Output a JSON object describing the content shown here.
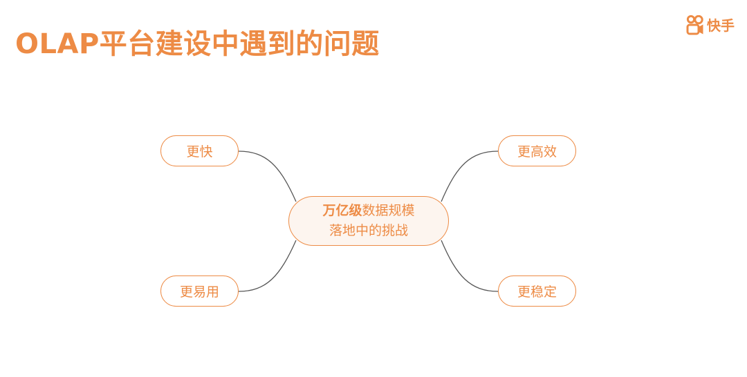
{
  "slide": {
    "title": "OLAP平台建设中遇到的问题"
  },
  "logo": {
    "text": "快手",
    "icon": "kuaishou-logo-icon"
  },
  "diagram": {
    "center": {
      "line1_bold": "万亿级",
      "line1_rest": "数据规模",
      "line2": "落地中的挑战"
    },
    "branches": {
      "top_left": "更快",
      "top_right": "更高效",
      "bottom_left": "更易用",
      "bottom_right": "更稳定"
    }
  },
  "colors": {
    "accent": "#ed8b45",
    "center_fill": "#fdf5ef",
    "connector": "#555555",
    "background": "#ffffff"
  }
}
